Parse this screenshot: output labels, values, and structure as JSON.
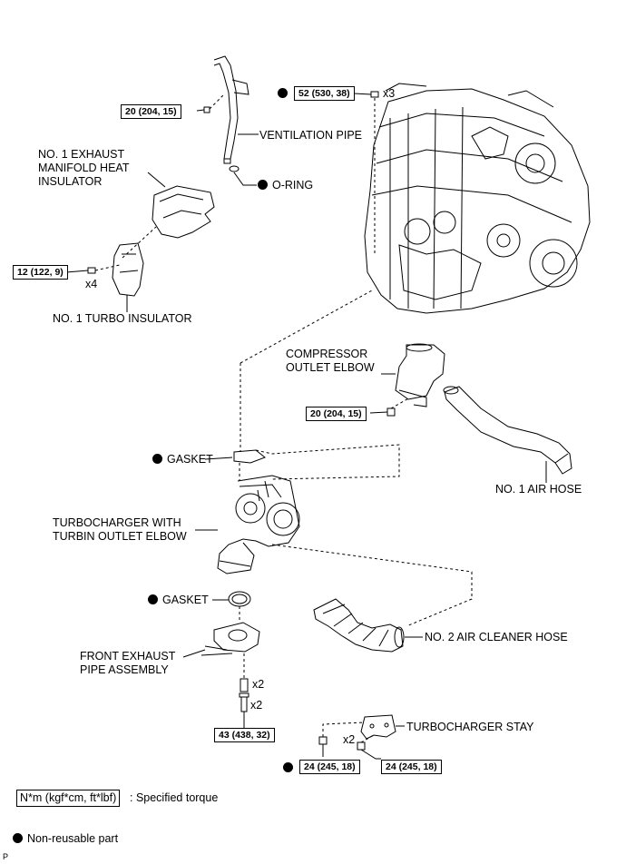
{
  "torques": {
    "vent_bolt": "20 (204, 15)",
    "nut_top": "52 (530, 38)",
    "insulator_bolt": "12 (122, 9)",
    "compressor_bolt": "20 (204, 15)",
    "exhaust_stud": "43 (438, 32)",
    "stay_nut": "24 (245, 18)",
    "stay_bolt": "24 (245, 18)"
  },
  "qty": {
    "top_nut": "x3",
    "insulator_bolt": "x4",
    "stud_upper": "x2",
    "stud_lower": "x2",
    "stay_bolt": "x2"
  },
  "labels": {
    "ventilation_pipe": "VENTILATION PIPE",
    "o_ring": "O-RING",
    "exhaust_insulator": "NO. 1 EXHAUST\nMANIFOLD HEAT\nINSULATOR",
    "turbo_insulator": "NO. 1 TURBO INSULATOR",
    "compressor_elbow": "COMPRESSOR\nOUTLET ELBOW",
    "air_hose": "NO. 1 AIR HOSE",
    "gasket_upper": "GASKET",
    "turbocharger": "TURBOCHARGER WITH\nTURBIN OUTLET ELBOW",
    "gasket_lower": "GASKET",
    "cleaner_hose": "NO. 2 AIR CLEANER HOSE",
    "exhaust_pipe": "FRONT EXHAUST\nPIPE ASSEMBLY",
    "stay": "TURBOCHARGER STAY"
  },
  "legend": {
    "unit_box": "N*m (kgf*cm, ft*lbf)",
    "unit_text": ": Specified torque",
    "nonreusable": "Non-reusable part"
  },
  "corner_mark": "P"
}
